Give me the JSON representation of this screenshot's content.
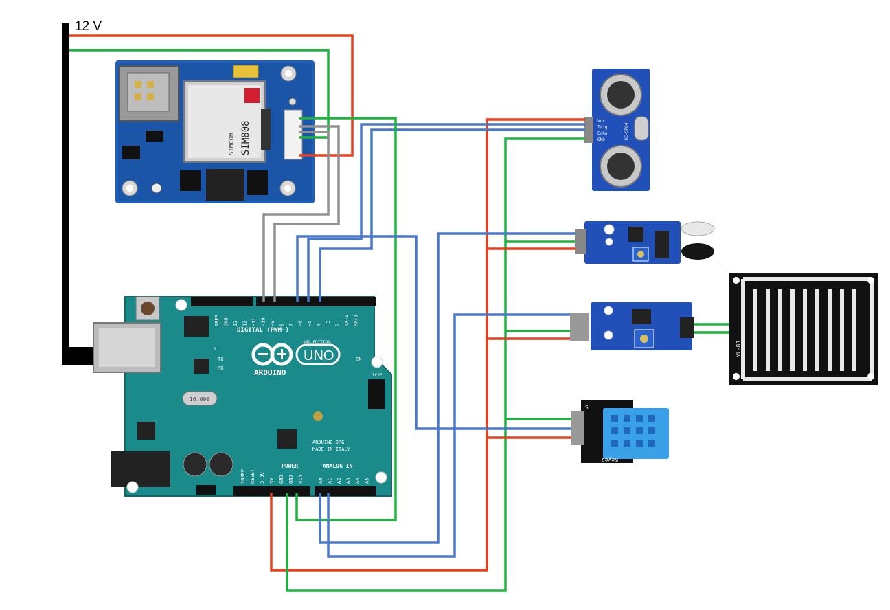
{
  "supply": {
    "label": "12 V"
  },
  "gsm_module": {
    "chip_label": "SIM808",
    "chip_subtext": "SIMCOM"
  },
  "arduino": {
    "brand": "ARDUINO",
    "model": "UNO",
    "edition": "SMD EDITION",
    "site": "ARDUINO.ORG",
    "made_in": "MADE IN ITALY",
    "digital_header": "DIGITAL (PWM~)",
    "digital_pins": [
      "AREF",
      "GND",
      "13",
      "12",
      "~11",
      "~10",
      "~9",
      "8",
      "7",
      "~6",
      "~5",
      "4",
      "~3",
      "2",
      "TX→1",
      "RX←0"
    ],
    "power_header": "POWER",
    "analog_header": "ANALOG IN",
    "power_pins": [
      "IOREF",
      "RESET",
      "3.3V",
      "5V",
      "GND",
      "GND",
      "Vin"
    ],
    "analog_pins": [
      "A0",
      "A1",
      "A2",
      "A3",
      "A4",
      "A5"
    ],
    "icsp": "ICSP",
    "on": "ON",
    "tx": "TX",
    "rx": "RX",
    "l": "L",
    "crystal": "16.000"
  },
  "ultrasonic": {
    "pins": [
      "Vcc",
      "Trig",
      "Echo",
      "GND"
    ],
    "model": "HC-SR04"
  },
  "ir_sensor": {},
  "rain_sensor": {
    "plate_label": "YL-83"
  },
  "dht11": {
    "brand": "Keyes",
    "pin": "S"
  },
  "wire_colors": {
    "power": "#e8401c",
    "ground": "#22b040",
    "signal": "#4a78c8",
    "serial": "#909090",
    "supply": "#000000"
  }
}
